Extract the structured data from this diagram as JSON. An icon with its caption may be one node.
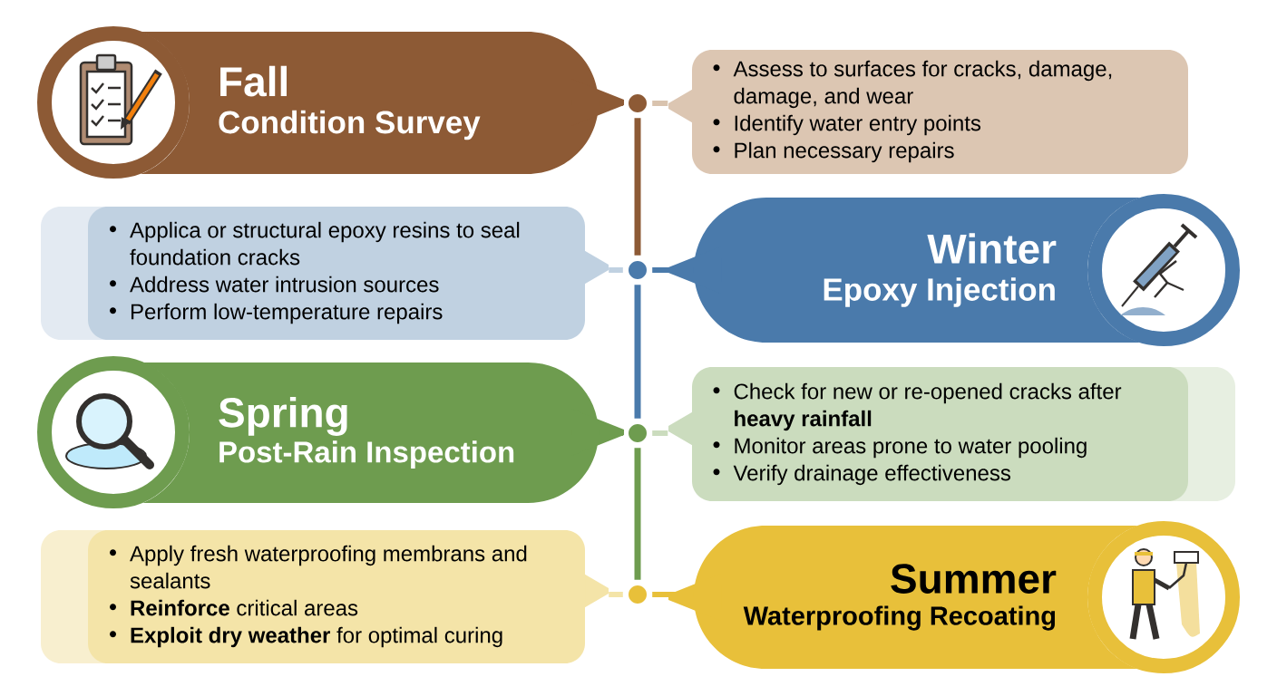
{
  "diagram": {
    "nodes": [
      {
        "text": [
          "Fall",
          "Condition Survey"
        ]
      },
      {
        "text": [],
        "shape": "circle"
      },
      {
        "text": [
          "Assess to surfaces for cracks, damage, damage, and wear",
          "Identify water entry points",
          "Plan necessary repairs"
        ]
      },
      {
        "text": [
          "Applica or structural epoxy resins to seal foundation cracks",
          "Address water intrusion sources",
          "Perform low-temperature repairs"
        ]
      },
      {
        "text": [],
        "shape": "circle"
      },
      {
        "text": [
          "Winter",
          "Epoxy Injection"
        ]
      },
      {
        "text": [
          "Spring",
          "Post-Rain Inspection"
        ]
      },
      {
        "text": [],
        "shape": "circle"
      },
      {
        "text": [
          "Check for new or re-opened cracks after **heavy rainfall**",
          "Monitor areas prone to water pooling",
          "Verify drainage effectiveness"
        ]
      },
      {
        "text": [
          "Apply fresh waterproofing membrans and sealants",
          "**Reinforce** critical areas",
          "**Exploit dry weather** for optimal curing"
        ]
      },
      {
        "text": [],
        "shape": "circle"
      },
      {
        "text": [
          "Summer",
          "Waterproofing Recoating"
        ]
      }
    ],
    "edges": [
      {
        "from": 0,
        "to": 1,
        "arrow": "none",
        "color": "#8d5a35"
      },
      {
        "from": 1,
        "to": 2,
        "arrow": "none",
        "color": "#d9c3ae"
      },
      {
        "from": 3,
        "to": 4,
        "arrow": "none",
        "color": "#c0d1e1"
      },
      {
        "from": 4,
        "to": 5,
        "arrow": "none",
        "color": "#4a7aab"
      },
      {
        "from": 6,
        "to": 7,
        "arrow": "none",
        "color": "#6e9c4f"
      },
      {
        "from": 7,
        "to": 8,
        "arrow": "none",
        "color": "#cbdcbe"
      },
      {
        "from": 9,
        "to": 10,
        "arrow": "none",
        "color": "#f4e4a8"
      },
      {
        "from": 10,
        "to": 11,
        "arrow": "none",
        "color": "#e8c03a"
      },
      {
        "from": 1,
        "to": 4,
        "arrow": "none",
        "color": "#8d5a35"
      },
      {
        "from": 4,
        "to": 7,
        "arrow": "none",
        "color": "#4a7aab"
      },
      {
        "from": 7,
        "to": 10,
        "arrow": "none",
        "color": "#6e9c4f"
      }
    ]
  }
}
